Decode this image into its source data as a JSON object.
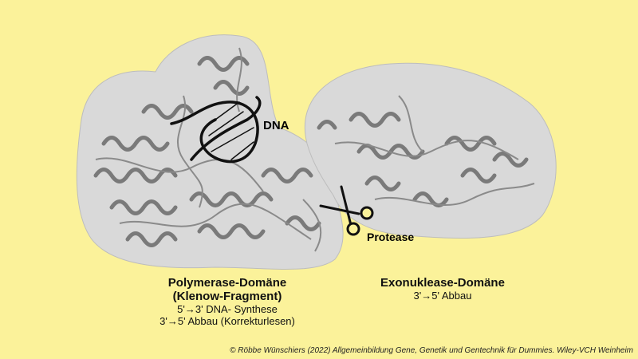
{
  "labels": {
    "dna": "DNA",
    "protease": "Protease"
  },
  "polymerase": {
    "title_line1": "Polymerase-Domäne",
    "title_line2": "(Klenow-Fragment)",
    "activity1": "5'→3' DNA- Synthese",
    "activity2": "3'→5' Abbau (Korrekturlesen)"
  },
  "exonuclease": {
    "title": "Exonuklease-Domäne",
    "activity": "3'→5' Abbau"
  },
  "copyright": "© Röbbe Wünschiers (2022) Allgemeinbildung Gene, Genetik und Gentechnik für Dummies. Wiley-VCH Weinheim",
  "icons": [
    "scissors-icon",
    "dna-helix-icon"
  ],
  "colors": {
    "background": "#fbf29a",
    "domain_blob": "#d9d9d9",
    "protein": "#7a7a7a"
  }
}
